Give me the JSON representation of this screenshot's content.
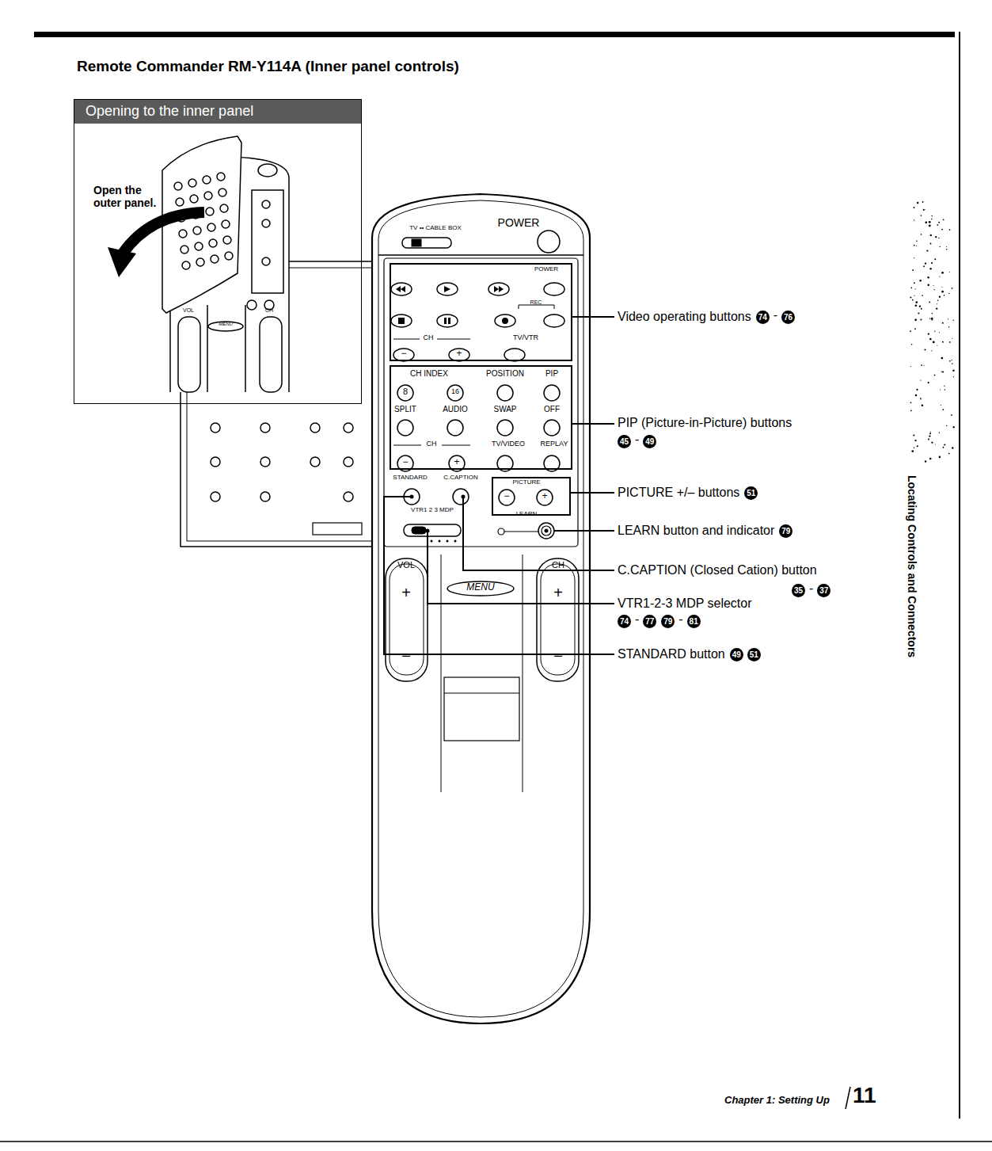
{
  "diagram": {
    "title": "Remote Commander RM-Y114A (Inner panel controls)",
    "nodes": [
      {
        "text": [
          "Opening to the inner panel",
          "Open the outer panel."
        ]
      }
    ],
    "labels": [
      "TV •• CABLE BOX",
      "POWER",
      "POWER",
      "REC",
      "CH",
      "TV/VTR",
      "−",
      "+",
      "CH INDEX",
      "8",
      "16",
      "POSITION",
      "PIP",
      "SPLIT",
      "AUDIO",
      "SWAP",
      "OFF",
      "CH",
      "TV/VIDEO",
      "REPLAY",
      "−",
      "+",
      "STANDARD",
      "C.CAPTION",
      "PICTURE",
      "−",
      "+",
      "VTR1 2 3 MDP",
      "LEARN",
      "VOL",
      "CH",
      "MENU",
      "+",
      "−",
      "+",
      "−",
      "Video operating buttons",
      "74",
      "-",
      "76",
      "PIP (Picture-in-Picture) buttons",
      "45",
      "-",
      "49",
      "PICTURE +/– buttons",
      "51",
      "LEARN button and indicator",
      "79",
      "C.CAPTION (Closed Cation) button",
      "35",
      "-",
      "37",
      "VTR1-2-3 MDP selector",
      "74",
      "-",
      "77",
      "79",
      "-",
      "81",
      "STANDARD button",
      "49",
      "51",
      "Locating Controls and Connectors",
      "Chapter 1: Setting Up",
      "11",
      "VOL",
      "CH",
      "MENU"
    ]
  }
}
